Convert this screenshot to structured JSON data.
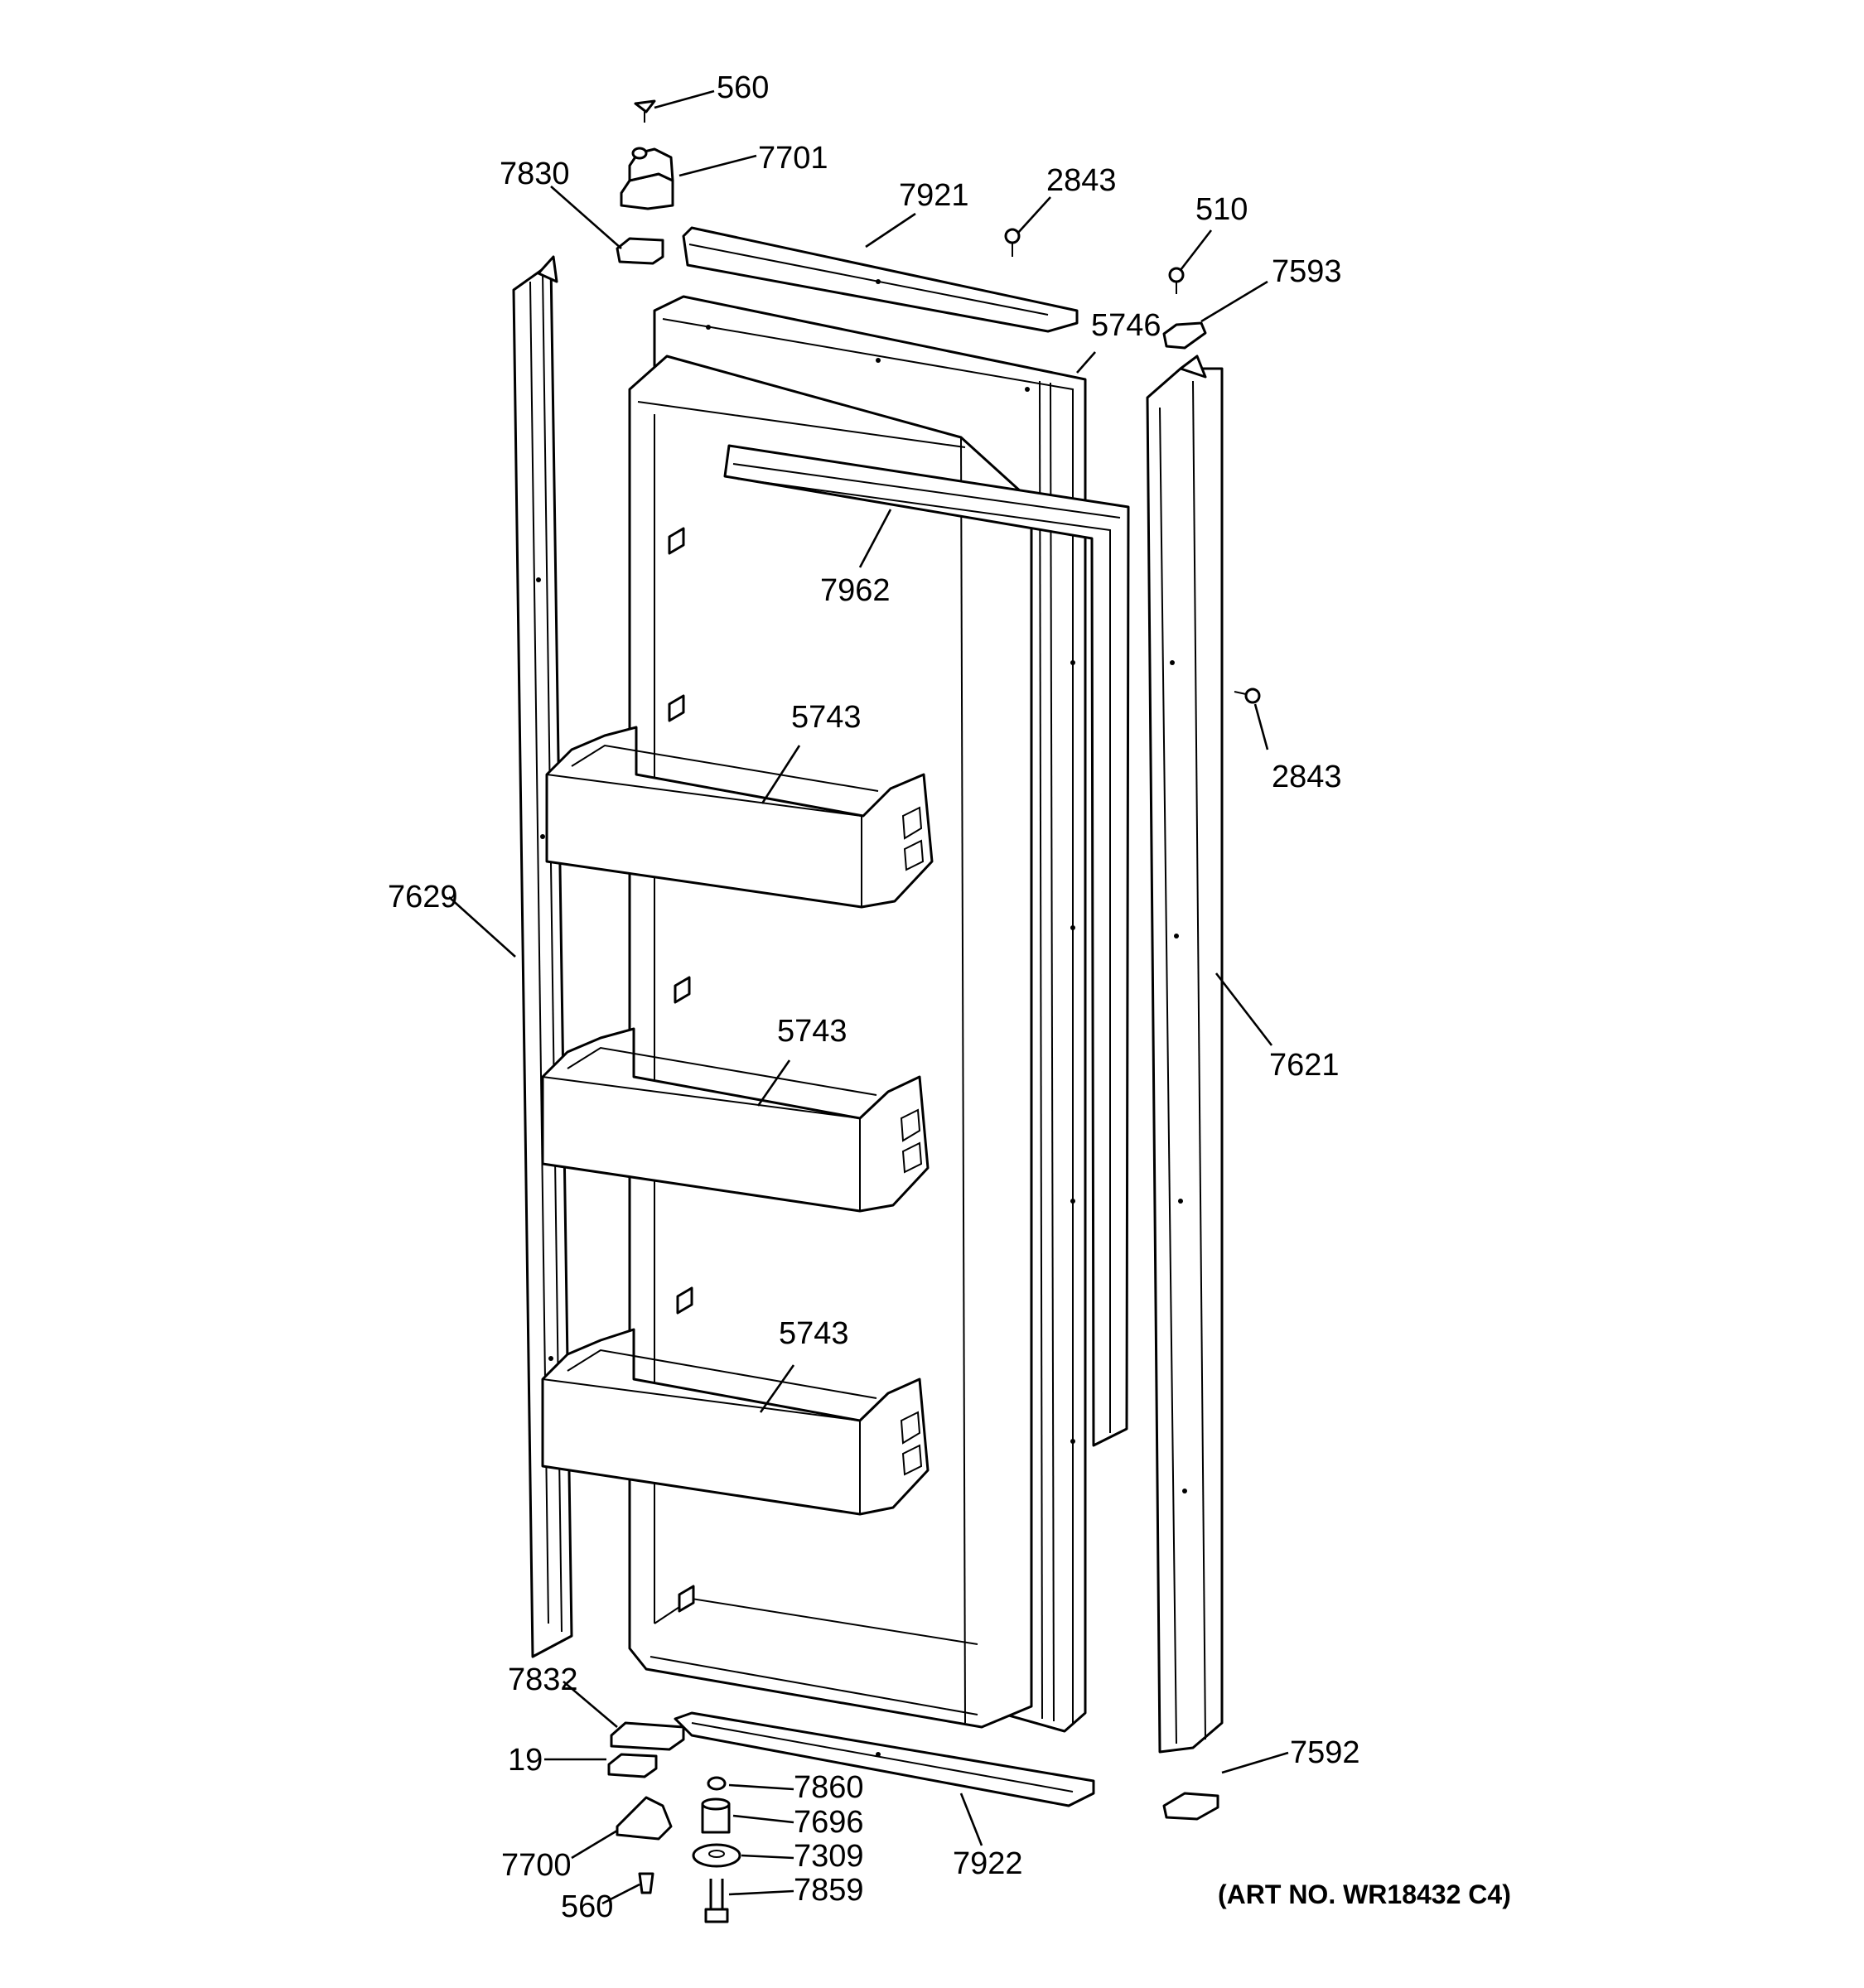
{
  "callouts": {
    "c560_top": "560",
    "c7701": "7701",
    "c7830": "7830",
    "c7921": "7921",
    "c2843_top": "2843",
    "c510": "510",
    "c7593": "7593",
    "c5746": "5746",
    "c7962": "7962",
    "c2843_right": "2843",
    "c5743_top": "5743",
    "c5743_mid": "5743",
    "c5743_bot": "5743",
    "c7629": "7629",
    "c7621": "7621",
    "c7832": "7832",
    "c19": "19",
    "c7700": "7700",
    "c560_bot": "560",
    "c7860": "7860",
    "c7696": "7696",
    "c7309": "7309",
    "c7859": "7859",
    "c7922": "7922",
    "c7592": "7592"
  },
  "art_number": "(ART NO. WR18432 C4)"
}
